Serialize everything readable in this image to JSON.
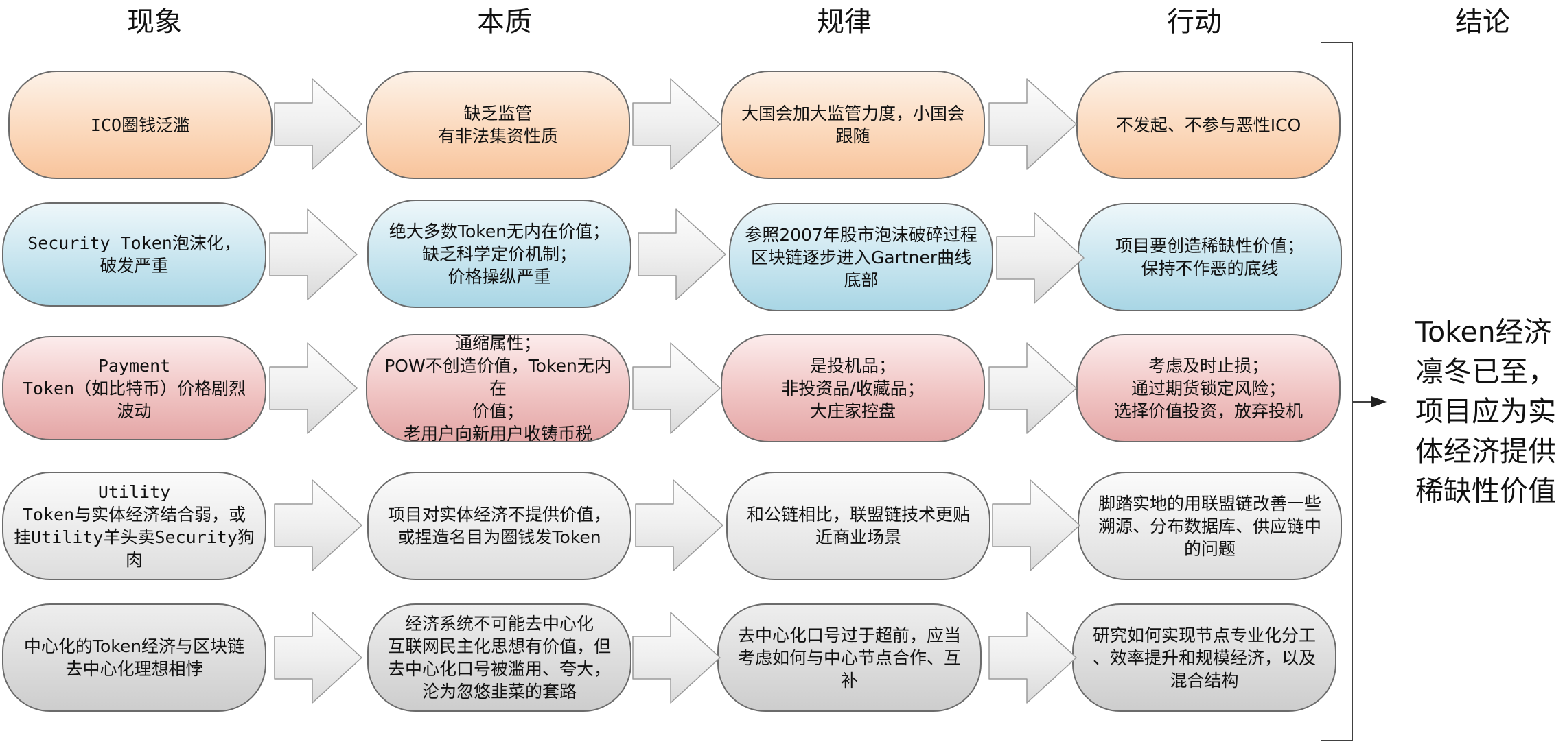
{
  "headers": [
    "现象",
    "本质",
    "规律",
    "行动",
    "结论"
  ],
  "rows": [
    {
      "phenomenon": "ICO圈钱泛滥",
      "essence": "缺乏监管\n有非法集资性质",
      "pattern": "大国会加大监管力度，小国会\n跟随",
      "action": "不发起、不参与恶性ICO"
    },
    {
      "phenomenon": "Security Token泡沫化，\n破发严重",
      "essence": "绝大多数Token无内在价值；\n缺乏科学定价机制；\n价格操纵严重",
      "pattern": "参照2007年股市泡沫破碎过程\n区块链逐步进入Gartner曲线\n底部",
      "action": "项目要创造稀缺性价值；\n保持不作恶的底线"
    },
    {
      "phenomenon": "Payment\nToken（如比特币）价格剧烈\n波动",
      "essence": "通缩属性；\nPOW不创造价值，Token无内在\n价值；\n老用户向新用户收铸币税",
      "pattern": "是投机品；\n非投资品/收藏品；\n大庄家控盘",
      "action": "考虑及时止损；\n通过期货锁定风险；\n选择价值投资，放弃投机"
    },
    {
      "phenomenon": "Utility\nToken与实体经济结合弱，或\n挂Utility羊头卖Security狗\n肉",
      "essence": "项目对实体经济不提供价值，\n或捏造名目为圈钱发Token",
      "pattern": "和公链相比，联盟链技术更贴\n近商业场景",
      "action": "脚踏实地的用联盟链改善一些\n溯源、分布数据库、供应链中\n的问题"
    },
    {
      "phenomenon": "中心化的Token经济与区块链\n去中心化理想相悖",
      "essence": "经济系统不可能去中心化\n互联网民主化思想有价值，但\n去中心化口号被滥用、夸大，\n沦为忽悠韭菜的套路",
      "pattern": "去中心化口号过于超前，应当\n考虑如何与中心节点合作、互\n补",
      "action": "研究如何实现节点专业化分工\n、效率提升和规模经济，以及\n混合结构"
    }
  ],
  "conclusion": "Token经济\n凛冬已至，\n项目应为实\n体经济提供\n稀缺性价值",
  "colors": {
    "row_fills": [
      "#fbd9bd",
      "#c8e5ef",
      "#f0c4c3",
      "#ebebeb",
      "#dcdcdc"
    ],
    "border": "#6b6b6b",
    "arrow_fill": "#f2f2f2",
    "bracket": "#404040"
  }
}
